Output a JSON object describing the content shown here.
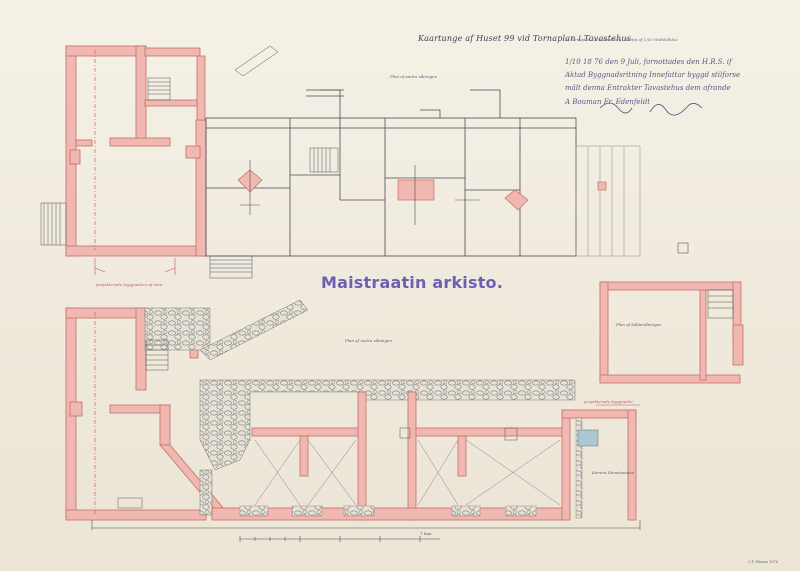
{
  "document": {
    "title": "Kaartunge af Huset 99 vid Tornaplan i Tavastehus",
    "subtitle": "la Tornaplan 2/19 (hamburs) Wattia af 1/10 Waltdelkkie",
    "notes": [
      "1/10 18 76 den 9 Juli, fornottades den H.R.S. if",
      "Aktad Byggnadsritning Innefattar byggd stilforse",
      "mält denna Entrakter Tavastehus dem ofrande",
      "A Bouman   Fr. Edenfeldt"
    ],
    "stamp": "Maistraatin arkisto.",
    "plan_labels": {
      "upper_floor": "Plan of andra våningen",
      "lower_floor": "Plan af nedra våningen",
      "cellar": "Plan af källarvåningen",
      "red_top": "projekterade byggnaders af sten",
      "red_bottom": "projekterade byggnader",
      "small_note": "Kommt Dienstsmann"
    },
    "scale_label": "7 fam",
    "footer": "C.F. Ekman 1876"
  },
  "colors": {
    "paper": "#f1ece0",
    "wall_fill": "#f0b8b0",
    "wall_stroke": "#c27068",
    "ink": "#4a4a5a",
    "stamp": "#6e5fb3",
    "stone": "#dcd6ca"
  }
}
